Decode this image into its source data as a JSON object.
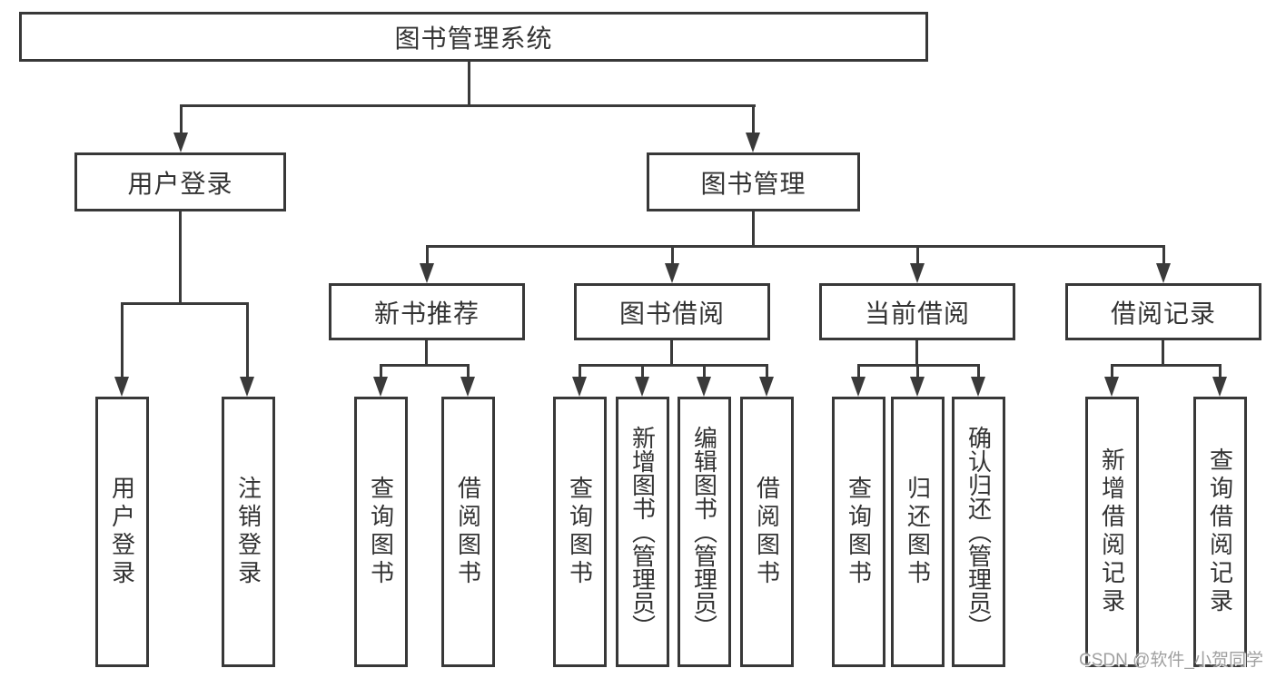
{
  "diagram": {
    "root": {
      "label": "图书管理系统"
    },
    "branches": [
      {
        "label": "用户登录",
        "leaves": [
          {
            "label": "用户登录"
          },
          {
            "label": "注销登录"
          }
        ]
      },
      {
        "label": "图书管理",
        "sections": [
          {
            "label": "新书推荐",
            "leaves": [
              {
                "label": "查询图书"
              },
              {
                "label": "借阅图书"
              }
            ]
          },
          {
            "label": "图书借阅",
            "leaves": [
              {
                "label": "查询图书"
              },
              {
                "label": "新增图书（管理员）"
              },
              {
                "label": "编辑图书（管理员）"
              },
              {
                "label": "借阅图书"
              }
            ]
          },
          {
            "label": "当前借阅",
            "leaves": [
              {
                "label": "查询图书"
              },
              {
                "label": "归还图书"
              },
              {
                "label": "确认归还（管理员）"
              }
            ]
          },
          {
            "label": "借阅记录",
            "leaves": [
              {
                "label": "新增借阅记录"
              },
              {
                "label": "查询借阅记录"
              }
            ]
          }
        ]
      }
    ]
  },
  "watermark": "CSDN @软件_小贺同学",
  "colors": {
    "line": "#3a3a3a",
    "border": "#383838",
    "text": "#333333",
    "background": "#ffffff",
    "watermark_text": "#a0a0a0"
  }
}
